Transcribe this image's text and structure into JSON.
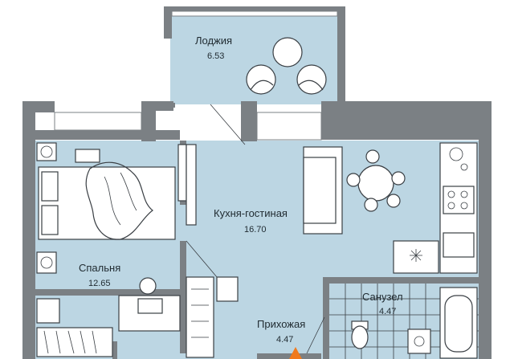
{
  "rooms": {
    "loggia": {
      "name": "Лоджия",
      "area": "6.53"
    },
    "kitchen": {
      "name": "Кухня-гостиная",
      "area": "16.70"
    },
    "bedroom": {
      "name": "Спальня",
      "area": "12.65"
    },
    "bathroom": {
      "name": "Санузел",
      "area": "4.47"
    },
    "hallway": {
      "name": "Прихожая",
      "area": "4.47"
    }
  },
  "colors": {
    "floor": "#bcd6e3",
    "wall": "#7b8084",
    "entrance_marker": "#f07a1e"
  }
}
